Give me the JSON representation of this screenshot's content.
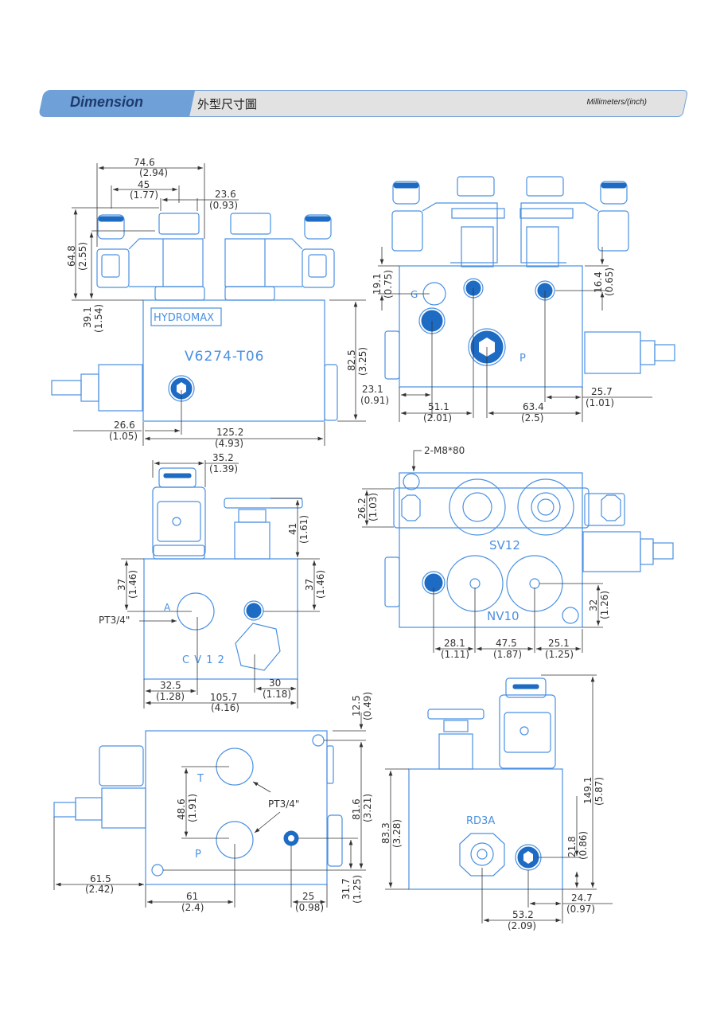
{
  "header": {
    "title": "Dimension",
    "subtitle": "外型尺寸圖",
    "units": "Millimeters/(inch)",
    "accent_color": "#6fa0d8",
    "title_color": "#1e3a6e"
  },
  "view1": {
    "brand": "HYDROMAX",
    "model": "V6274-T06",
    "dims": {
      "d1": [
        "74.6",
        "(2.94)"
      ],
      "d2": [
        "45",
        "(1.77)"
      ],
      "d3": [
        "23.6",
        "(0.93)"
      ],
      "d4": [
        "64.8",
        "(2.55)"
      ],
      "d5": [
        "39.1",
        "(1.54)"
      ],
      "d6": [
        "82.5",
        "(3.25)"
      ],
      "d7": [
        "26.6",
        "(1.05)"
      ],
      "d8": [
        "125.2",
        "(4.93)"
      ]
    }
  },
  "view2": {
    "labels": {
      "g": "G",
      "p": "P"
    },
    "dims": {
      "d1": [
        "19.1",
        "(0.75)"
      ],
      "d2": [
        "16.4",
        "(0.65)"
      ],
      "d3": [
        "23.1",
        "(0.91)"
      ],
      "d4": [
        "51.1",
        "(2.01)"
      ],
      "d5": [
        "63.4",
        "(2.5)"
      ],
      "d6": [
        "25.7",
        "(1.01)"
      ]
    }
  },
  "view3": {
    "labels": {
      "a": "A",
      "port": "PT3/4\"",
      "model": "C V 1 2"
    },
    "dims": {
      "d1": [
        "35.2",
        "(1.39)"
      ],
      "d2": [
        "41",
        "(1.61)"
      ],
      "d3": [
        "37",
        "(1.46)"
      ],
      "d4": [
        "37",
        "(1.46)"
      ],
      "d5": [
        "32.5",
        "(1.28)"
      ],
      "d6": [
        "30",
        "(1.18)"
      ],
      "d7": [
        "105.7",
        "(4.16)"
      ]
    }
  },
  "view4": {
    "labels": {
      "bolt": "2-M8*80",
      "sv": "SV12",
      "nv": "NV10"
    },
    "dims": {
      "d1": [
        "26.2",
        "(1.03)"
      ],
      "d2": [
        "32",
        "(1.26)"
      ],
      "d3": [
        "28.1",
        "(1.11)"
      ],
      "d4": [
        "47.5",
        "(1.87)"
      ],
      "d5": [
        "25.1",
        "(1.25)"
      ]
    }
  },
  "view5": {
    "labels": {
      "t": "T",
      "p": "P",
      "port": "PT3/4\""
    },
    "dims": {
      "d1": [
        "12.5",
        "(0.49)"
      ],
      "d2": [
        "48.6",
        "(1.91)"
      ],
      "d3": [
        "81.6",
        "(3.21)"
      ],
      "d4": [
        "61.5",
        "(2.42)"
      ],
      "d5": [
        "61",
        "(2.4)"
      ],
      "d6": [
        "25",
        "(0.98)"
      ],
      "d7": [
        "31.7",
        "(1.25)"
      ]
    }
  },
  "view6": {
    "labels": {
      "model": "RD3A"
    },
    "dims": {
      "d1": [
        "83.3",
        "(3.28)"
      ],
      "d2": [
        "149.1",
        "(5.87)"
      ],
      "d3": [
        "21.8",
        "(0.86)"
      ],
      "d4": [
        "24.7",
        "(0.97)"
      ],
      "d5": [
        "53.2",
        "(2.09)"
      ]
    }
  }
}
